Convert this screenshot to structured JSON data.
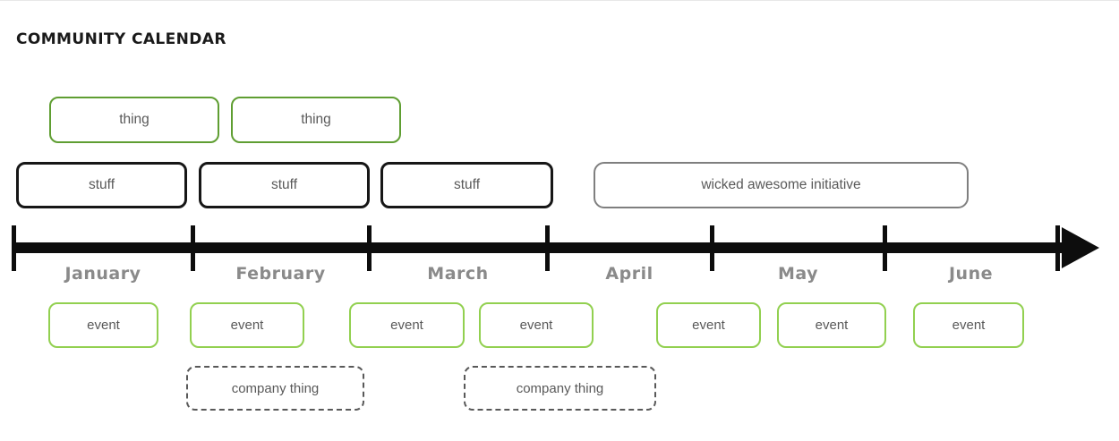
{
  "title": "COMMUNITY CALENDAR",
  "colors": {
    "thing_border_green": "#5f9e32",
    "event_border_green": "#92d050",
    "stuff_border_black": "#161616",
    "initiative_border_gray": "#7f7f7f",
    "company_dash_gray": "#595959",
    "box_text_gray": "#595959",
    "month_label_gray": "#8a8a8a",
    "timeline_black": "#0d0d0d"
  },
  "timeline": {
    "months": [
      "January",
      "February",
      "March",
      "April",
      "May",
      "June"
    ],
    "tick_count": 7,
    "direction": "left-to-right-arrow"
  },
  "lanes": {
    "things": [
      "thing",
      "thing"
    ],
    "stuffs": [
      "stuff",
      "stuff",
      "stuff"
    ],
    "initiative": "wicked awesome initiative",
    "events": [
      "event",
      "event",
      "event",
      "event",
      "event",
      "event",
      "event"
    ],
    "company": [
      "company thing",
      "company thing"
    ]
  }
}
